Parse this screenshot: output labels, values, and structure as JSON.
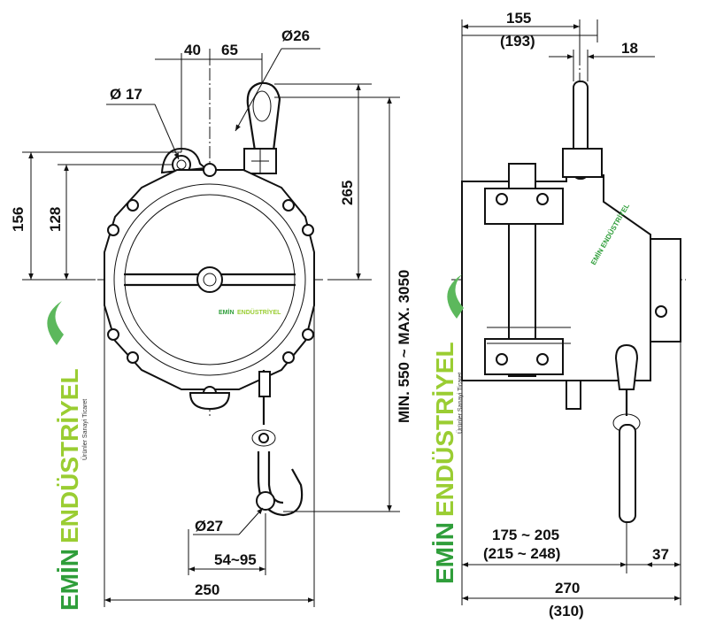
{
  "dimensions": {
    "d40": "40",
    "d65": "65",
    "dia26": "Ø26",
    "dia17": "Ø 17",
    "d156": "156",
    "d128": "128",
    "d265": "265",
    "stroke_range": "MIN. 550 ~ MAX. 3050",
    "dia27": "Ø27",
    "hook_range": "54~95",
    "width250": "250",
    "d155": "155",
    "d155alt": "(193)",
    "d18": "18",
    "mount_range": "175 ~ 205",
    "mount_range_alt": "(215 ~ 248)",
    "d37": "37",
    "d270": "270",
    "d270alt": "(310)"
  },
  "logo": {
    "word1": "EMİN",
    "word2": "ENDÜSTRİYEL",
    "tagline": "Ürünler Sanayi Ticaret",
    "colors": {
      "emin": "#2f9e3a",
      "endustriyel": "#9acd32",
      "swoosh": "#5cb85c"
    }
  }
}
